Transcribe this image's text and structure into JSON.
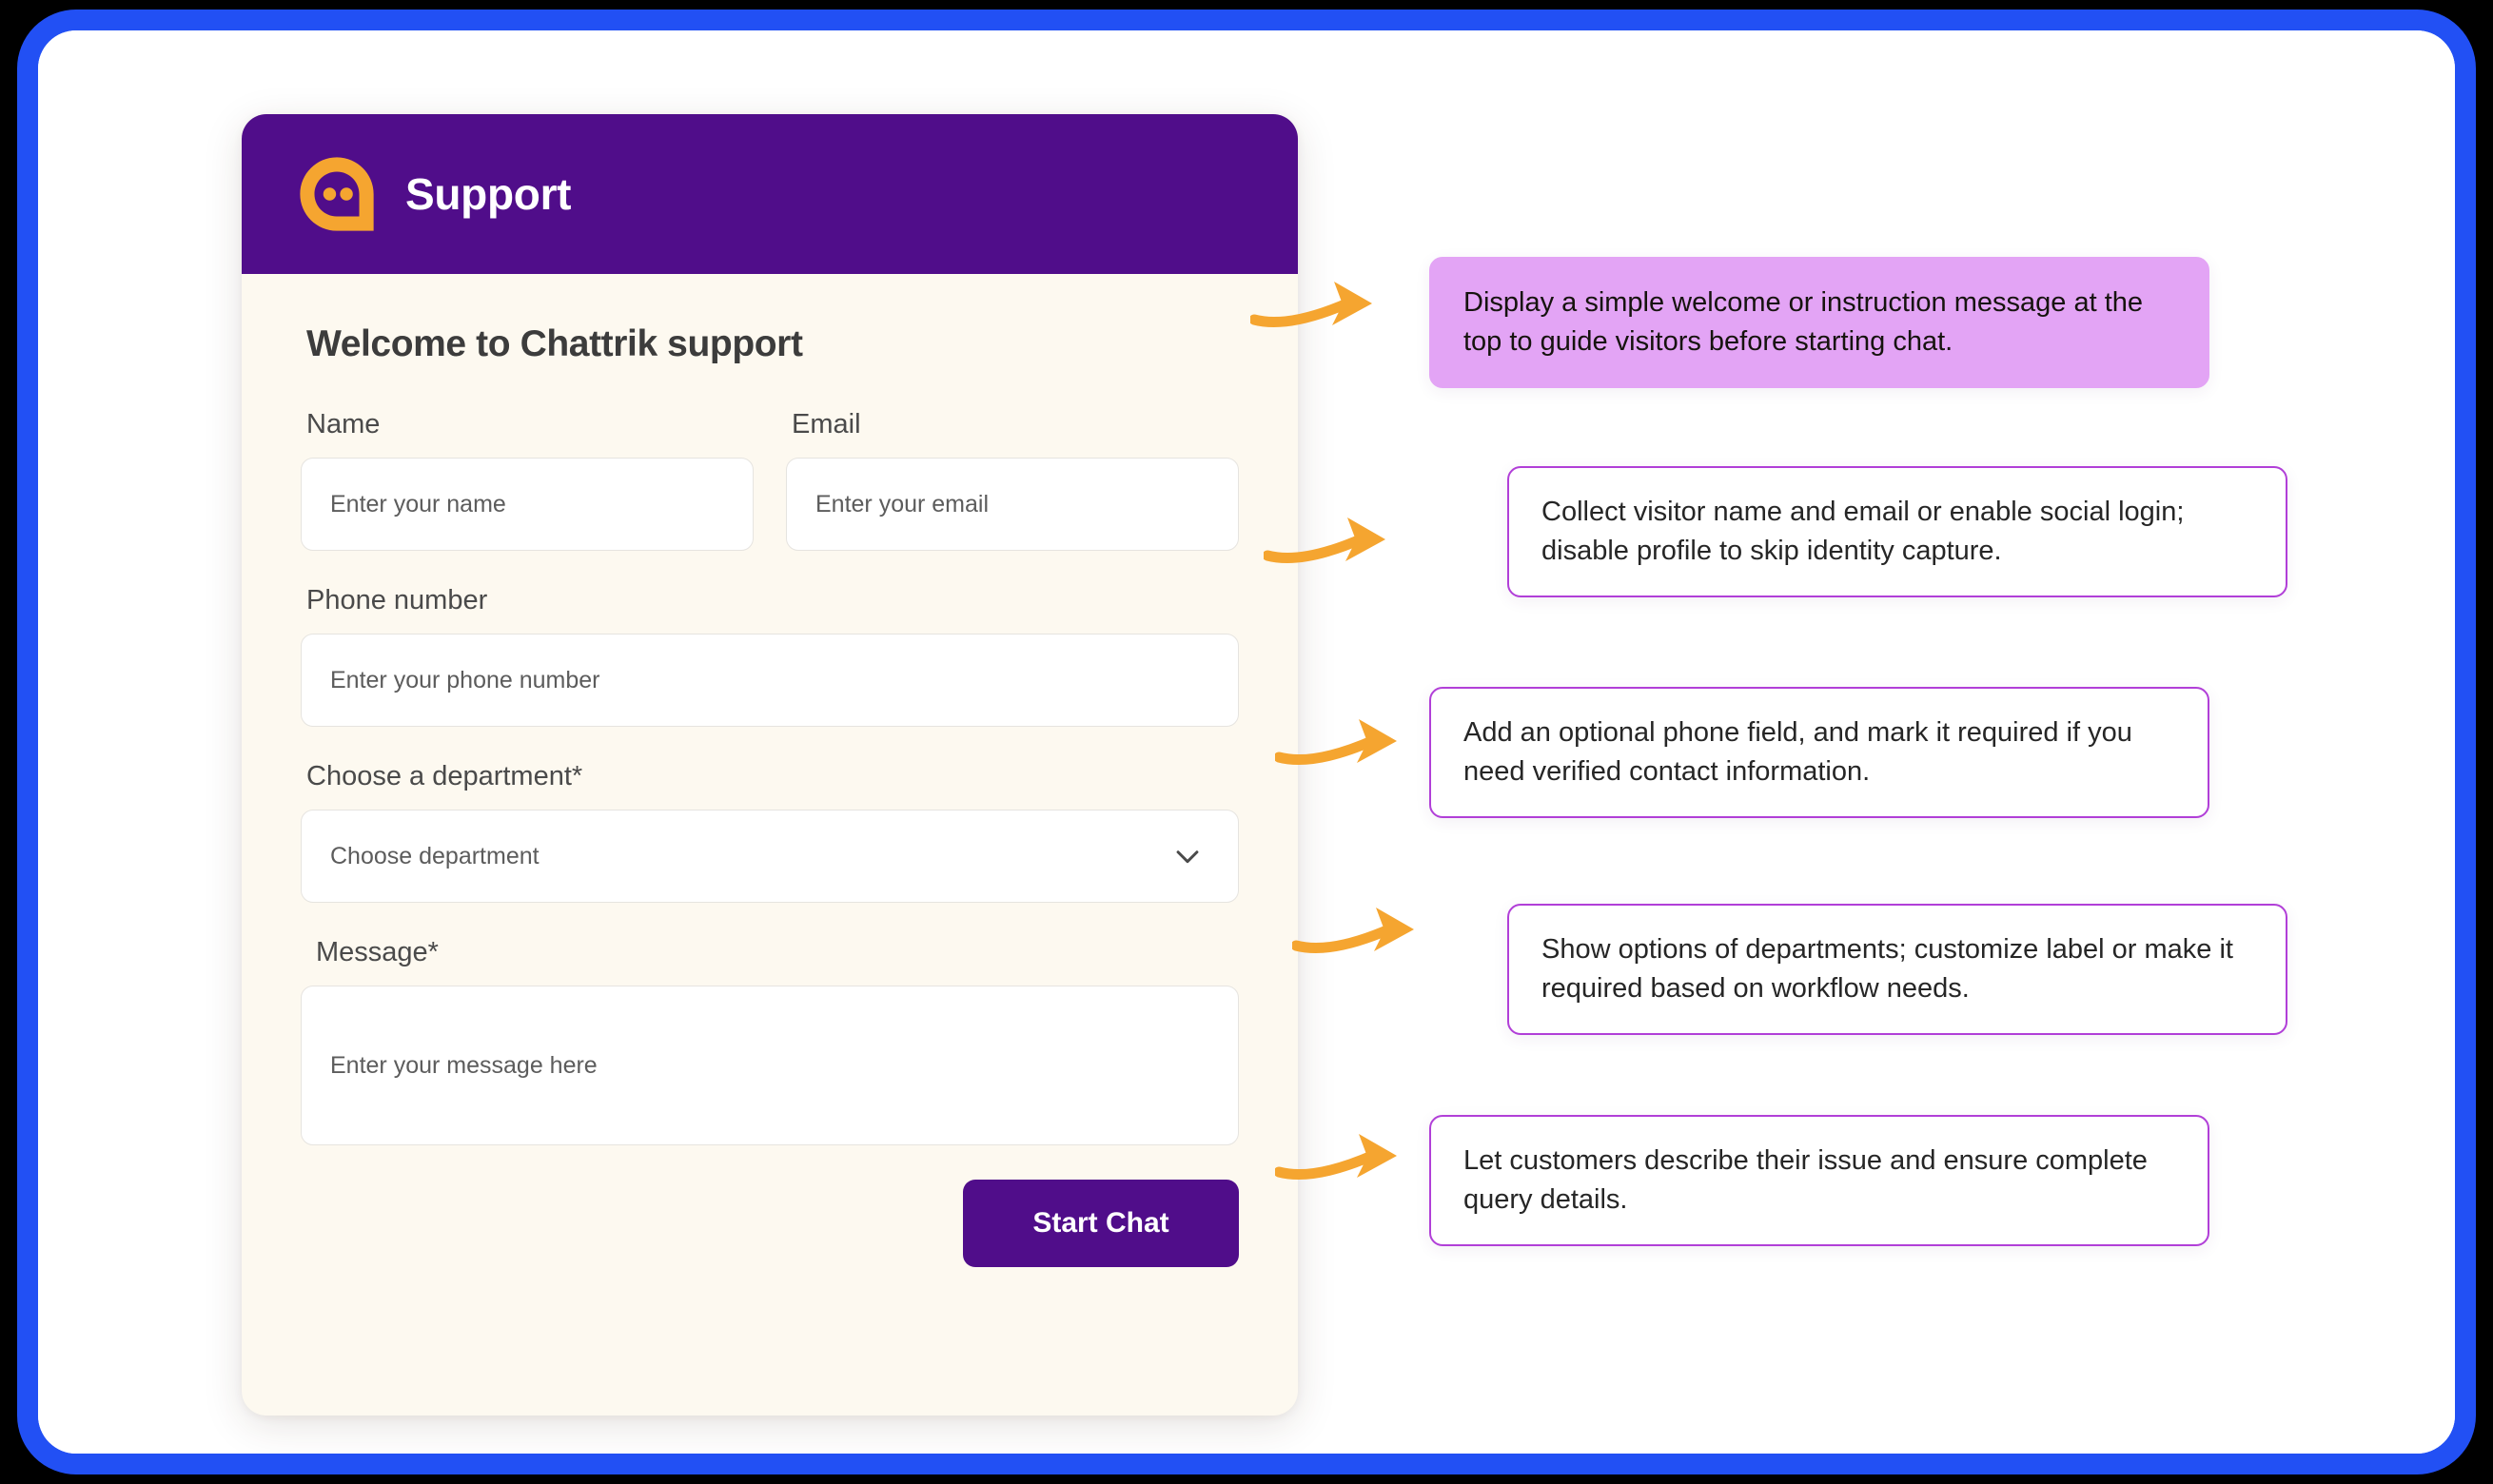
{
  "widget": {
    "header": {
      "title": "Support",
      "logo_icon": "chat-bubble-logo-icon",
      "background_color": "#500D8A"
    },
    "welcome_title": "Welcome to Chattrik support",
    "fields": {
      "name": {
        "label": "Name",
        "placeholder": "Enter your name",
        "value": ""
      },
      "email": {
        "label": "Email",
        "placeholder": "Enter your email",
        "value": ""
      },
      "phone": {
        "label": "Phone number",
        "placeholder": "Enter your phone number",
        "value": ""
      },
      "department": {
        "label": "Choose a department*",
        "placeholder": "Choose department",
        "value": "",
        "chevron_icon": "chevron-down-icon"
      },
      "message": {
        "label": "Message*",
        "placeholder": "Enter your message here",
        "value": ""
      }
    },
    "submit_button": {
      "label": "Start Chat",
      "color": "#500D8A"
    },
    "panel_background_color": "#FDF9F0"
  },
  "annotations": [
    {
      "id": "welcome-message-note",
      "text": "Display a simple welcome or instruction message at the top to guide visitors before starting chat.",
      "style": "filled",
      "fill_color": "#E3A4F5",
      "arrow_icon": "orange-arrow-right-icon"
    },
    {
      "id": "identity-capture-note",
      "text": "Collect visitor name and email or enable social login; disable profile to skip identity capture.",
      "style": "outlined",
      "border_color": "#B13FD8",
      "arrow_icon": "orange-arrow-right-icon"
    },
    {
      "id": "phone-field-note",
      "text": "Add an optional phone field, and mark it required if you need verified contact information.",
      "style": "outlined",
      "border_color": "#B13FD8",
      "arrow_icon": "orange-arrow-right-icon"
    },
    {
      "id": "department-options-note",
      "text": "Show options of departments; customize label or make it required based on workflow needs.",
      "style": "outlined",
      "border_color": "#B13FD8",
      "arrow_icon": "orange-arrow-right-icon"
    },
    {
      "id": "message-field-note",
      "text": "Let customers describe their issue and ensure complete query details.",
      "style": "outlined",
      "border_color": "#B13FD8",
      "arrow_icon": "orange-arrow-right-icon"
    }
  ],
  "frame": {
    "border_color": "#2250F4"
  },
  "accent_colors": {
    "purple": "#500D8A",
    "orange": "#F5A530",
    "blue_frame": "#2250F4",
    "callout_violet": "#E3A4F5",
    "callout_border": "#B13FD8"
  }
}
